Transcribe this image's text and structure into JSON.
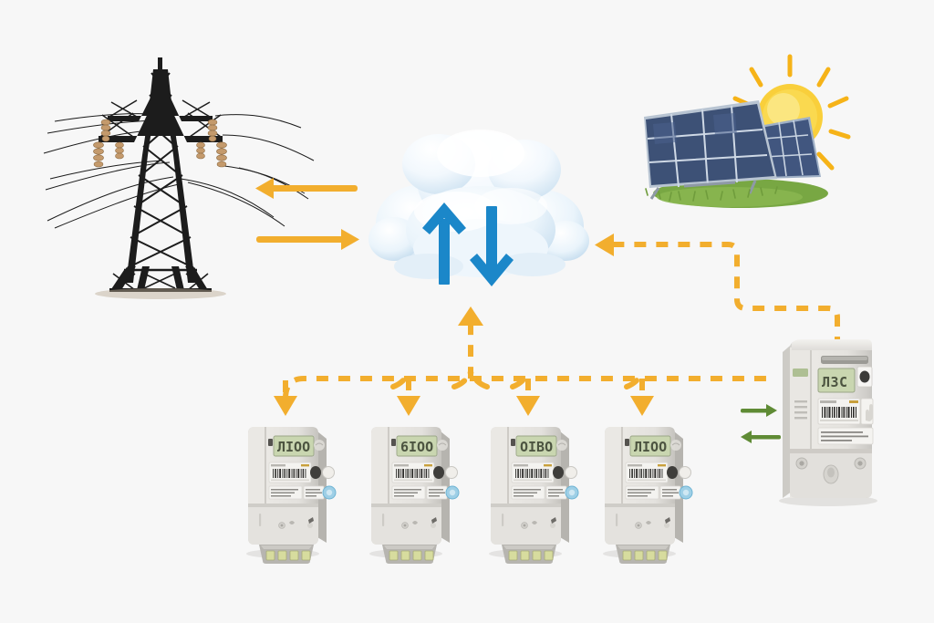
{
  "diagram": {
    "title": "Smart grid metering network diagram",
    "background_color": "#f7f7f7",
    "colors": {
      "orange": "#f2ae2e",
      "orange_dark": "#e8a521",
      "blue": "#1b87c9",
      "green": "#5f8b35",
      "lcd_green": "#c9d6b0",
      "meter_body": "#e6e5e1",
      "tower_dark": "#1c1c1c",
      "panel_blue": "#3d5a8a",
      "sun_yellow": "#f8c12a",
      "grass_green": "#7fae45"
    }
  },
  "nodes": {
    "transmission_tower": {
      "name": "High voltage transmission tower",
      "icon": "transmission-tower-icon"
    },
    "cloud": {
      "name": "Cloud platform",
      "icon": "cloud-icon",
      "upload_arrow": "upload-arrow",
      "download_arrow": "download-arrow"
    },
    "solar_array": {
      "name": "Solar photovoltaic array",
      "icon": "solar-panel-icon",
      "sun_icon": "sun-icon"
    },
    "main_meter": {
      "name": "Main smart meter",
      "icon": "smart-meter-icon",
      "display_value": "ЛЗС",
      "side_indicator": "status-indicator"
    },
    "customer_meters": [
      {
        "name": "Customer smart meter 1",
        "display_value": "ЛIOO"
      },
      {
        "name": "Customer smart meter 2",
        "display_value": "6IOO"
      },
      {
        "name": "Customer smart meter 3",
        "display_value": "OIBO"
      },
      {
        "name": "Customer smart meter 4",
        "display_value": "ЛIOO"
      }
    ]
  },
  "connections": [
    {
      "id": "tower-from-cloud",
      "name": "Cloud to grid flow",
      "style": "solid",
      "color": "#f2ae2e",
      "direction": "left"
    },
    {
      "id": "tower-to-cloud",
      "name": "Grid to cloud flow",
      "style": "solid",
      "color": "#f2ae2e",
      "direction": "right"
    },
    {
      "id": "solar-meter-to-cloud",
      "name": "Main meter to cloud data link",
      "style": "dashed",
      "color": "#f2ae2e",
      "direction": "left"
    },
    {
      "id": "meter-bus",
      "name": "Customer meter data bus",
      "style": "dashed",
      "color": "#f2ae2e",
      "direction": "horizontal"
    },
    {
      "id": "bus-to-cloud",
      "name": "Data bus to cloud uplink",
      "style": "dashed",
      "color": "#f2ae2e",
      "direction": "up"
    },
    {
      "id": "bus-to-meter-1",
      "name": "Data drop to meter 1",
      "style": "dashed",
      "color": "#f2ae2e",
      "direction": "down"
    },
    {
      "id": "bus-to-meter-2",
      "name": "Data drop to meter 2",
      "style": "dashed",
      "color": "#f2ae2e",
      "direction": "down"
    },
    {
      "id": "bus-to-meter-3",
      "name": "Data drop to meter 3",
      "style": "dashed",
      "color": "#f2ae2e",
      "direction": "down"
    },
    {
      "id": "bus-to-meter-4",
      "name": "Data drop to meter 4",
      "style": "dashed",
      "color": "#f2ae2e",
      "direction": "down"
    },
    {
      "id": "meter-export",
      "name": "Main meter export flow",
      "style": "solid",
      "color": "#5f8b35",
      "direction": "right"
    },
    {
      "id": "meter-import",
      "name": "Main meter import flow",
      "style": "solid",
      "color": "#5f8b35",
      "direction": "left"
    }
  ]
}
